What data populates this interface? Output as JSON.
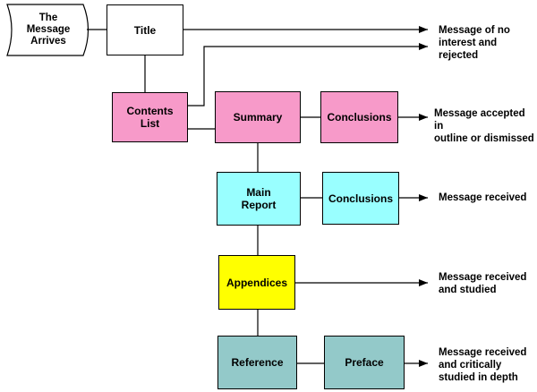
{
  "diagram": {
    "start": "The\nMessage\nArrives",
    "boxes": {
      "title": "Title",
      "contents_list": "Contents\nList",
      "summary": "Summary",
      "conclusions_1": "Conclusions",
      "main_report": "Main\nReport",
      "conclusions_2": "Conclusions",
      "appendices": "Appendices",
      "reference": "Reference",
      "preface": "Preface"
    },
    "messages": {
      "rejected": "Message of no\ninterest and rejected",
      "outline": "Message accepted in\noutline or dismissed",
      "received": "Message received",
      "studied": "Message received\nand studied",
      "critically": "Message received\nand critically\nstudied in depth"
    },
    "colors": {
      "title": "#ffffff",
      "contents_list": "#f79ac9",
      "summary": "#f79ac9",
      "conclusions_1": "#f79ac9",
      "main_report": "#99ffff",
      "conclusions_2": "#99ffff",
      "appendices": "#ffff00",
      "reference": "#93c9c9",
      "preface": "#93c9c9"
    }
  }
}
